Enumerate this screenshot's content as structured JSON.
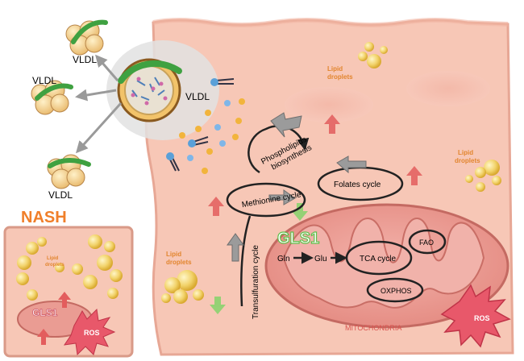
{
  "labels": {
    "vldl_top": "VLDL",
    "vldl_left": "VLDL",
    "vldl_right": "VLDL",
    "vldl_bottom": "VLDL",
    "nash": "NASH",
    "lipid_droplets_top": [
      "Lipid",
      "droplets"
    ],
    "lipid_droplets_right": [
      "Lipid",
      "droplets"
    ],
    "lipid_droplets_left": [
      "Lipid",
      "droplets"
    ],
    "nash_lipid_droplets": [
      "Lipid",
      "droplets"
    ],
    "phospholipids": [
      "Phospholipids",
      "biosynthesis"
    ],
    "folates_cycle": "Folates cycle",
    "methionine_cycle": "Methionine cycle",
    "transsulfuration_cycle": "Transulfuration cycle",
    "gls1_main": "GLS1",
    "gls1_nash": "GLS1",
    "gln": "Gln",
    "glu": "Glu",
    "tca_cycle": "TCA cycle",
    "fao": "FAO",
    "oxphos": "OXPHOS",
    "ros_main": "ROS",
    "ros_nash": "ROS",
    "mitochondria": "MITOCHONDRIA"
  },
  "colors": {
    "cell_fill": "#f7c7b6",
    "cell_edge": "#e9a796",
    "mito_fill": "#ea9c93",
    "mito_edge": "#c46a62",
    "lipid": "#f2d36b",
    "nash_title": "#f07f2a",
    "gls1_green": "#5fbf4a",
    "ros_red": "#e8586a",
    "arrow_up_red": "#e35d5d",
    "arrow_down_green": "#8bd36f",
    "vldl_band": "#3fa141"
  },
  "icons": {
    "vldl": "vldl-particle-icon",
    "lipid": "lipid-droplet-icon",
    "phospholipid": "phospholipid-icon",
    "up": "up-arrow-icon",
    "down": "down-arrow-icon",
    "ros": "ros-starburst-icon"
  }
}
